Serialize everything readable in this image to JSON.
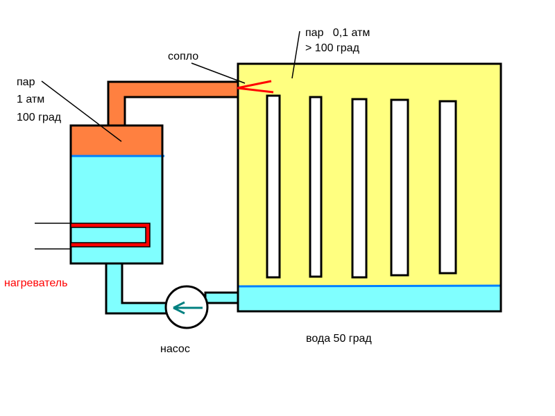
{
  "labels": {
    "boiler_steam_line1": "пар",
    "boiler_steam_line2": "1 атм",
    "boiler_steam_line3": "100 град",
    "nozzle": "сопло",
    "chamber_steam_line1": "пар   0,1 атм",
    "chamber_steam_line2": "> 100 град",
    "heater": "нагреватель",
    "pump": "насос",
    "water": "вода 50 град"
  },
  "colors": {
    "steam": "#ff8040",
    "water": "#80ffff",
    "chamber": "#ffff80",
    "water_level": "#0080ff",
    "heater": "#ff0000",
    "nozzle": "#ff0000",
    "pump_arrow": "#008080",
    "outline": "#000000"
  }
}
